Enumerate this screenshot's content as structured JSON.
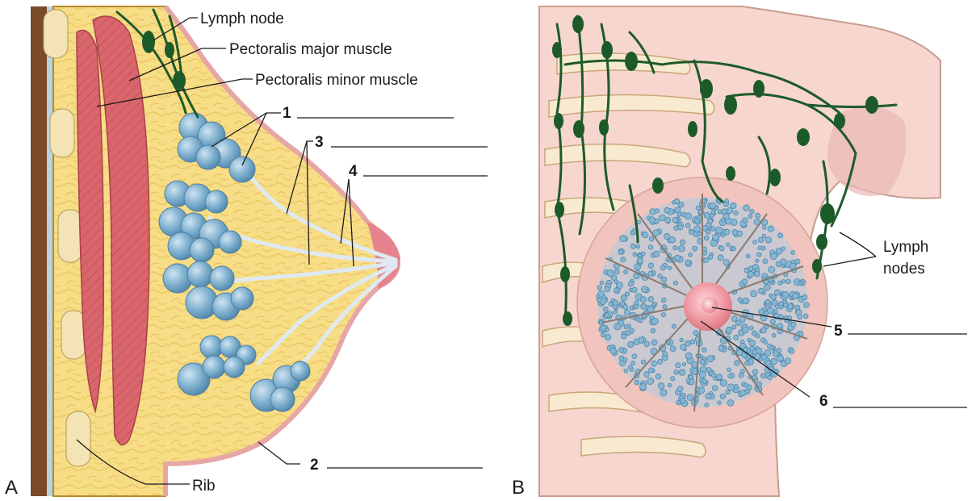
{
  "panel_a": {
    "letter": "A",
    "labels": {
      "lymph_node": "Lymph node",
      "pectoralis_major": "Pectoralis major muscle",
      "pectoralis_minor": "Pectoralis minor muscle",
      "rib": "Rib"
    },
    "numbers": {
      "n1": "1",
      "n2": "2",
      "n3": "3",
      "n4": "4"
    }
  },
  "panel_b": {
    "letter": "B",
    "labels": {
      "lymph_nodes_line1": "Lymph",
      "lymph_nodes_line2": "nodes"
    },
    "numbers": {
      "n5": "5",
      "n6": "6"
    }
  },
  "colors": {
    "fat": "#f6de8a",
    "muscle": "#d9666c",
    "skin": "#f6d6cf",
    "lobule": "#7fb0cf",
    "lymph": "#1d5a2a",
    "bone": "#f3e3b5",
    "chest_wall": "#7a4a2a",
    "areola": "#e98a93"
  }
}
